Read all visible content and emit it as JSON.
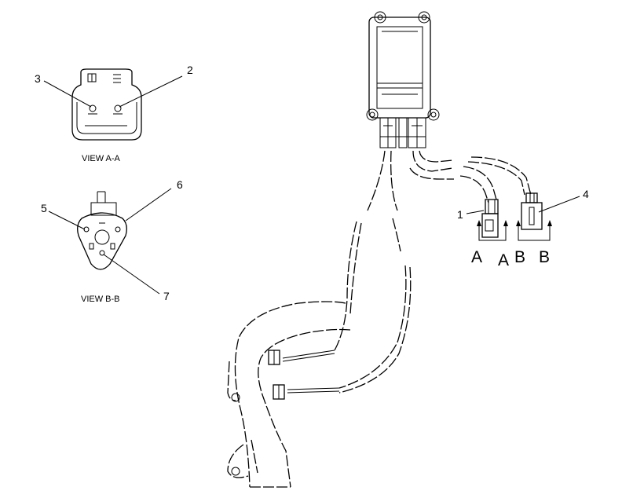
{
  "callouts": {
    "c1": "1",
    "c2": "2",
    "c3": "3",
    "c4": "4",
    "c5": "5",
    "c6": "6",
    "c7": "7"
  },
  "views": {
    "view_a": "VIEW A-A",
    "view_b": "VIEW B-B"
  },
  "section_marks": {
    "a_left": "A",
    "a_right": "A",
    "b_left": "B",
    "b_right": "B"
  },
  "colors": {
    "line": "#000000",
    "background": "#ffffff"
  }
}
